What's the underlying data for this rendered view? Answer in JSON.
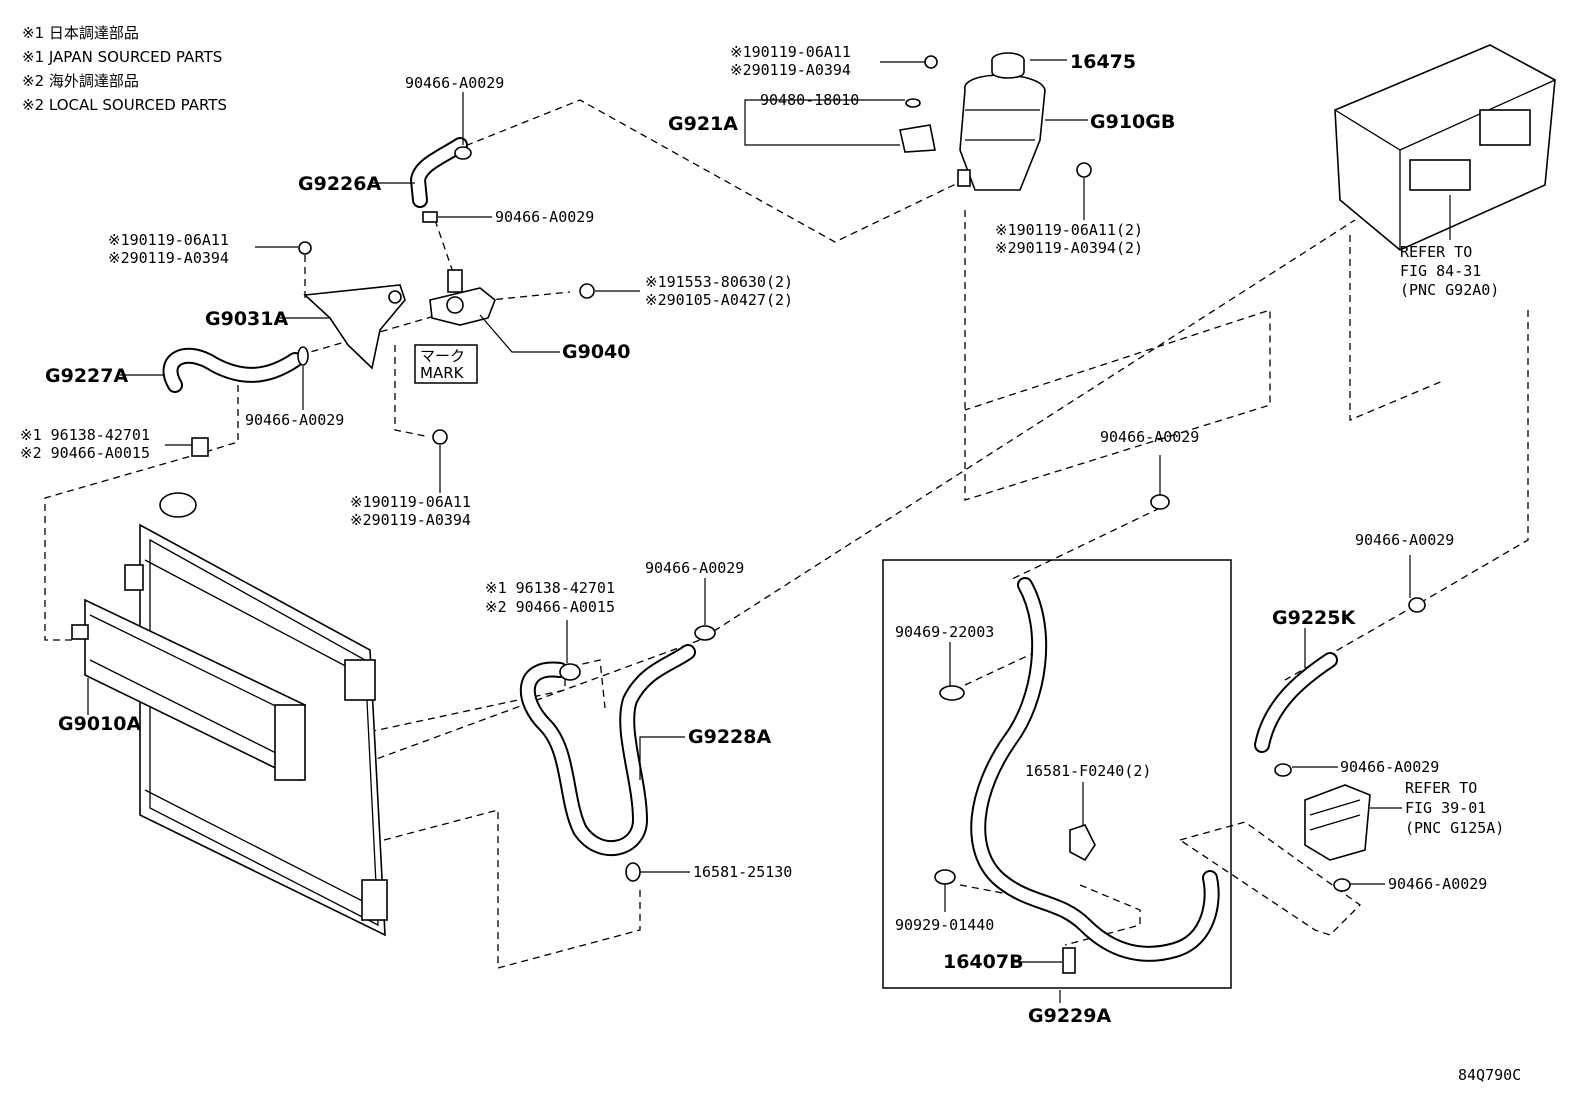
{
  "notes": [
    "※1 日本調達部品",
    "※1 JAPAN SOURCED PARTS",
    "※2 海外調達部品",
    "※2 LOCAL SOURCED PARTS"
  ],
  "labels": {
    "top_hose_clamp_upper": "90466-A0029",
    "hose_g9226a": "G9226A",
    "top_hose_clamp_lower": "90466-A0029",
    "bracket_bolt_1": "※190119-06A11",
    "bracket_bolt_2": "※290119-A0394",
    "bracket_g9031a": "G9031A",
    "pump_bolt_1": "※191553-80630(2)",
    "pump_bolt_2": "※290105-A0427(2)",
    "pump_g9040": "G9040",
    "mark_jp": "マーク",
    "mark_en": "MARK",
    "hose_g9227a": "G9227A",
    "hose_clamp_left": "90466-A0029",
    "clip_left_1": "※1 96138-42701",
    "clip_left_2": "※2 90466-A0015",
    "lower_bolt_1": "※190119-06A11",
    "lower_bolt_2": "※290119-A0394",
    "radiator_g9010a": "G9010A",
    "clip_mid_1": "※1 96138-42701",
    "clip_mid_2": "※2 90466-A0015",
    "hose_clamp_mid": "90466-A0029",
    "hose_g9228a": "G9228A",
    "clip_16581_25130": "16581-25130",
    "tank_bolt_1": "※190119-06A11",
    "tank_bolt_2": "※290119-A0394",
    "cap_16475": "16475",
    "bracket_g921a": "G921A",
    "grommet_90480": "90480-18010",
    "tank_g910gb": "G910GB",
    "tank_side_bolt_1": "※190119-06A11(2)",
    "tank_side_bolt_2": "※290119-A0394(2)",
    "refer_top_1": "REFER TO",
    "refer_top_2": "FIG 84-31",
    "refer_top_3": "(PNC G92A0)",
    "clamp_center": "90466-A0029",
    "clamp_90469": "90469-22003",
    "clip_16581_f0240": "16581-F0240(2)",
    "clamp_90929": "90929-01440",
    "plug_16407b": "16407B",
    "hose_g9229a": "G9229A",
    "clamp_right_upper": "90466-A0029",
    "hose_g9225k": "G9225K",
    "clamp_right_mid": "90466-A0029",
    "refer_bottom_1": "REFER TO",
    "refer_bottom_2": "FIG 39-01",
    "refer_bottom_3": "(PNC G125A)",
    "clamp_right_lower": "90466-A0029",
    "figure_code": "84Q790C"
  }
}
